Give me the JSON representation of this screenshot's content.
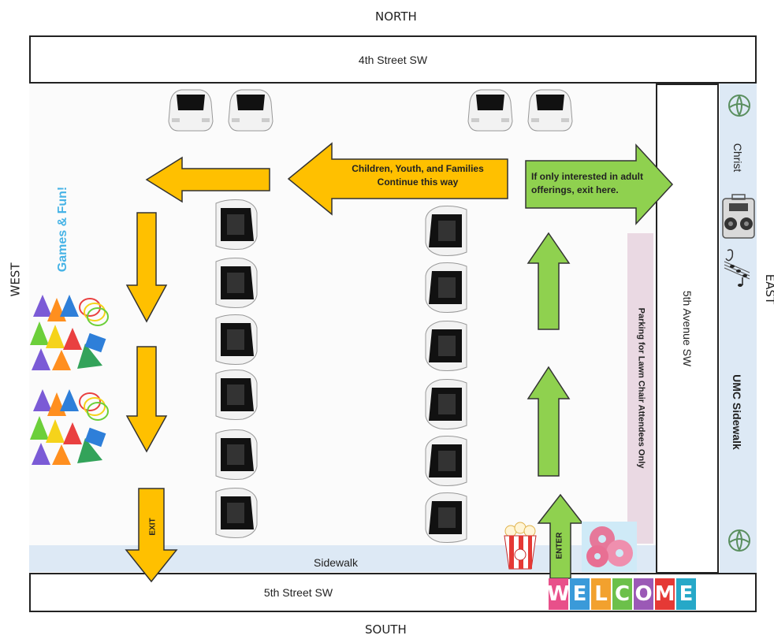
{
  "compass": {
    "north": "NORTH",
    "south": "SOUTH",
    "west": "WEST",
    "east": "EAST"
  },
  "streets": {
    "north": "4th Street SW",
    "south": "5th Street SW",
    "east_avenue": "5th Avenue SW"
  },
  "sidewalk": {
    "label": "Sidewalk"
  },
  "side_panel": {
    "top_text": "Christ",
    "bottom_text": "UMC Sidewalk"
  },
  "games": {
    "label": "Games & Fun!"
  },
  "parking_strip": {
    "label": "Parking for Lawn Chair Attendees Only",
    "color": "#ead9e3"
  },
  "arrows": {
    "children_label_line1": "Children, Youth, and Families",
    "children_label_line2": "Continue this way",
    "adult_label_line1": "If only interested in adult",
    "adult_label_line2": "offerings, exit here.",
    "exit_label": "EXIT",
    "enter_label": "ENTER"
  },
  "welcome": {
    "letters": [
      "W",
      "E",
      "L",
      "C",
      "O",
      "M",
      "E"
    ],
    "colors": [
      "#e8508a",
      "#3a9ad9",
      "#f2a12e",
      "#6cc04a",
      "#9b59b6",
      "#e53935",
      "#26a8c8"
    ]
  },
  "colors": {
    "orange": "#ffc000",
    "green": "#8fd14f",
    "side_panel": "#dde9f5",
    "sidewalk": "#dde9f5",
    "games_text": "#46b3e6"
  }
}
